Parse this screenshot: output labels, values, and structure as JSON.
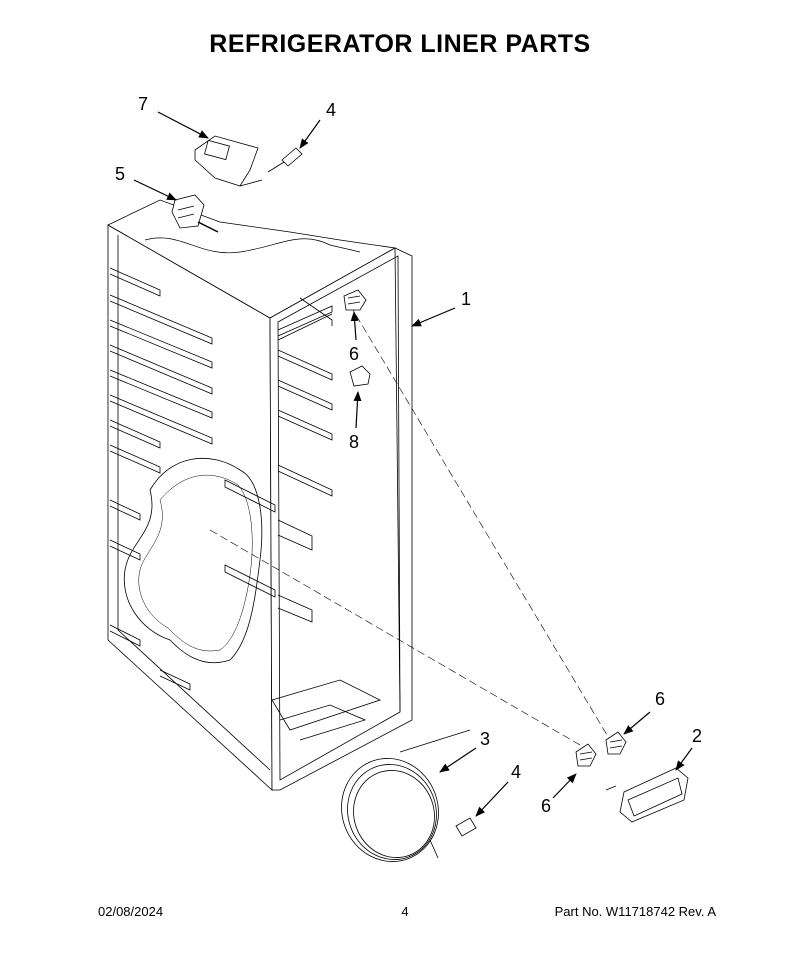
{
  "header": {
    "title": "REFRIGERATOR LINER PARTS"
  },
  "callouts": {
    "c7": "7",
    "c4a": "4",
    "c5": "5",
    "c1": "1",
    "c6a": "6",
    "c8": "8",
    "c3": "3",
    "c4b": "4",
    "c6b": "6",
    "c2": "2",
    "c6c": "6"
  },
  "footer": {
    "date": "02/08/2024",
    "page": "4",
    "part": "Part No.  W11718742  Rev.  A"
  }
}
